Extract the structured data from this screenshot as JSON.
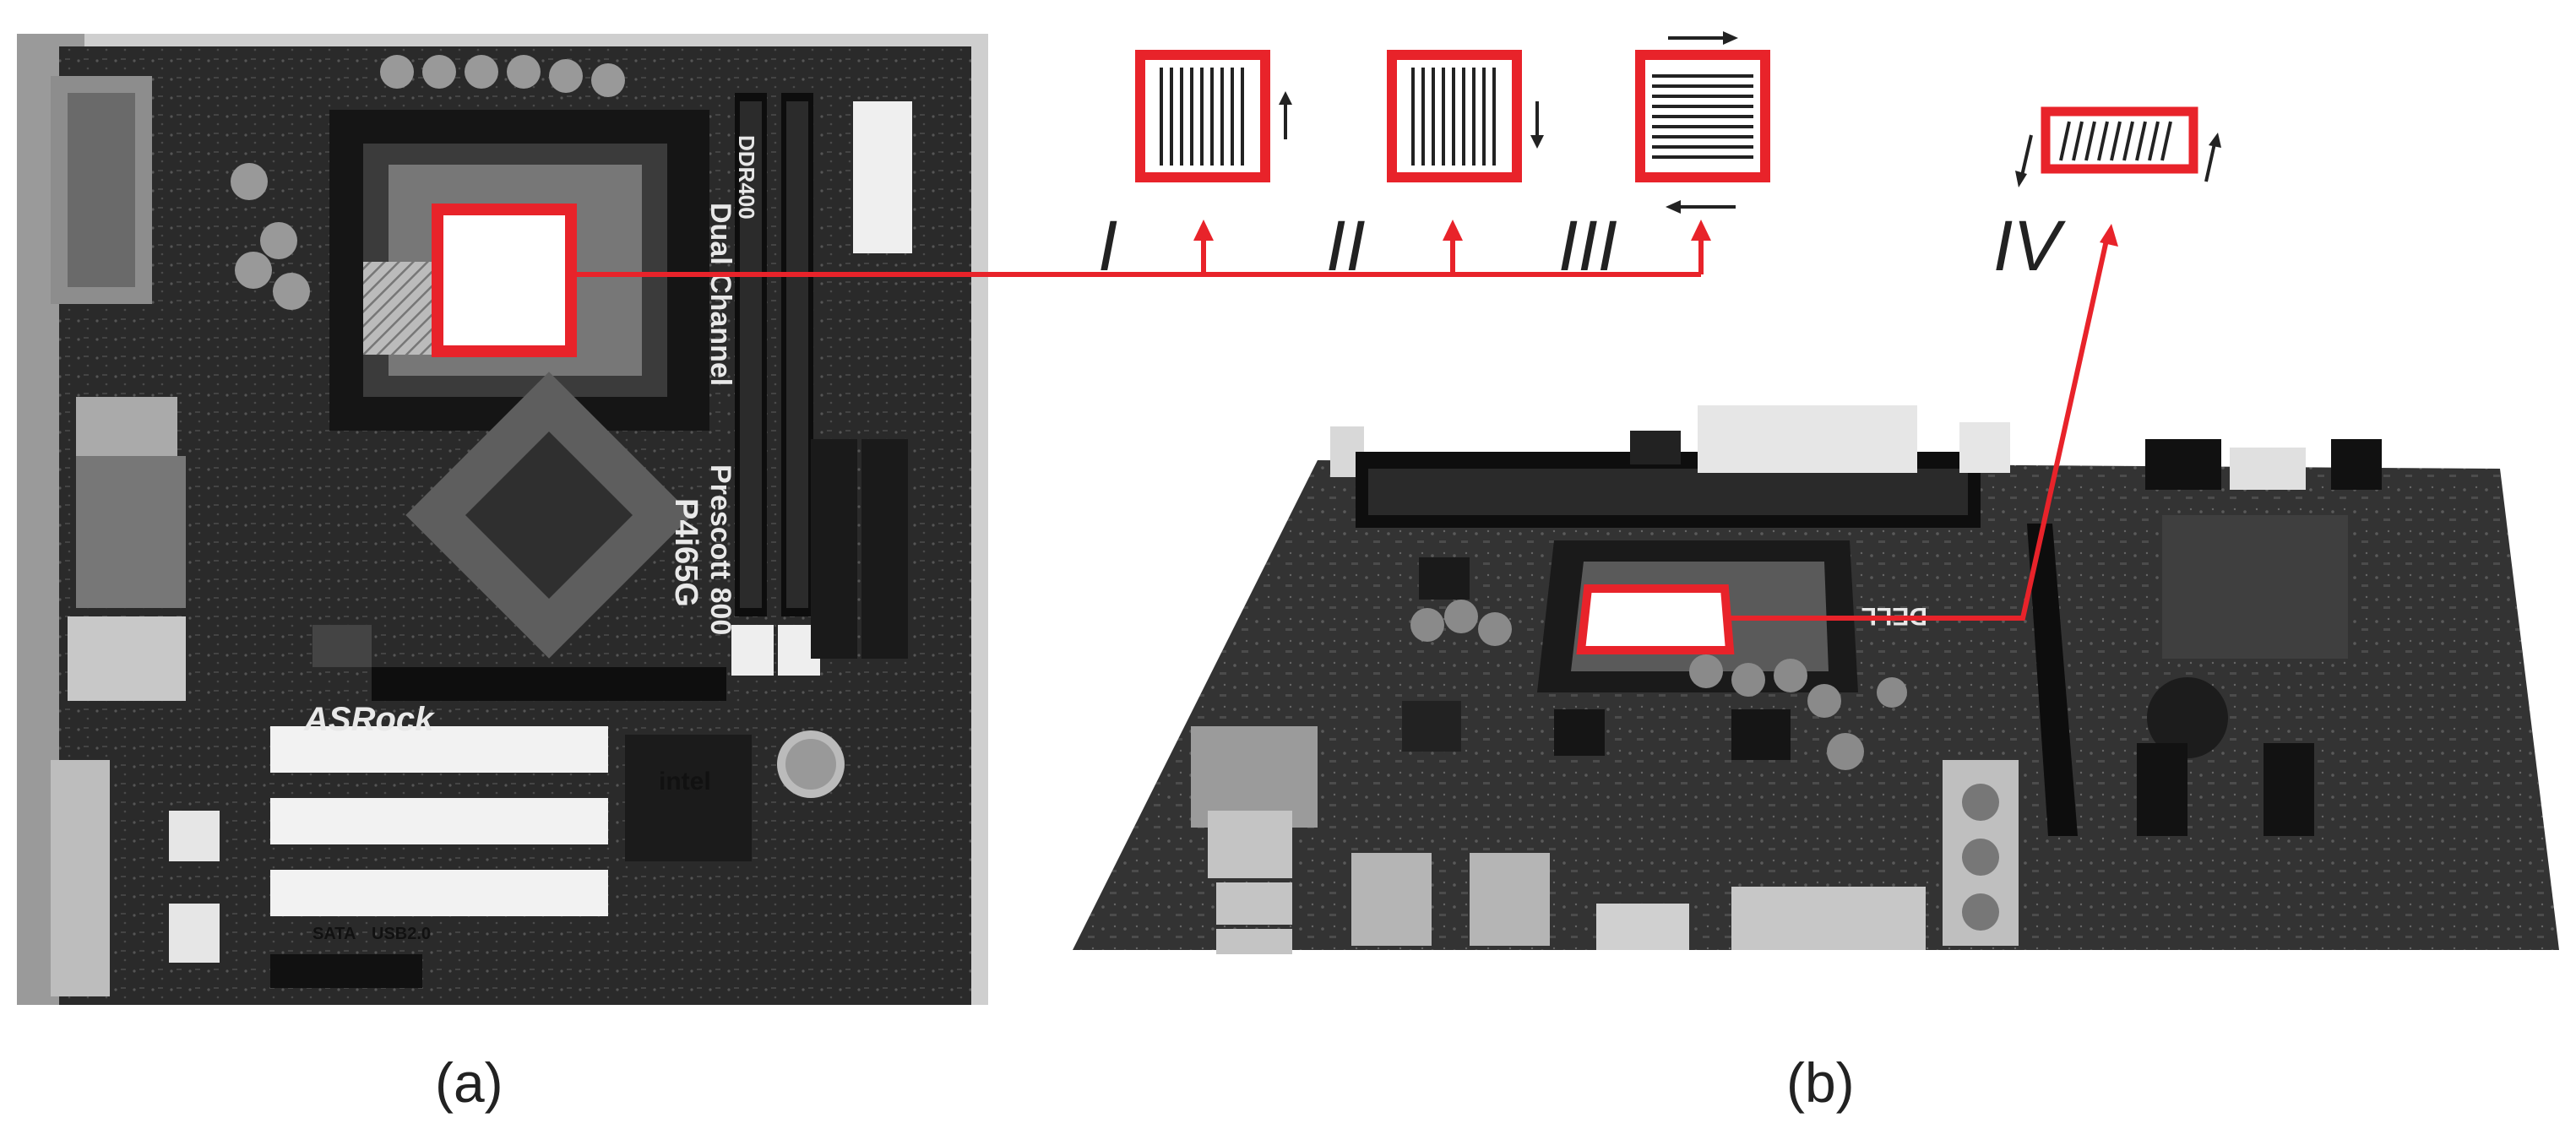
{
  "panels": {
    "a": {
      "label": "(a)"
    },
    "b": {
      "label": "(b)"
    }
  },
  "scan_patterns": [
    {
      "id": "I",
      "label": "I",
      "lines": "vertical",
      "arrows": [
        "up"
      ]
    },
    {
      "id": "II",
      "label": "II",
      "lines": "vertical",
      "arrows": [
        "down"
      ]
    },
    {
      "id": "III",
      "label": "III",
      "lines": "horizontal",
      "arrows": [
        "right",
        "left"
      ]
    },
    {
      "id": "IV",
      "label": "IV",
      "lines": "slanted",
      "arrows": [
        "down-left",
        "up-right"
      ]
    }
  ],
  "board_a_text": {
    "ddr": "DDR400",
    "dual_channel": "Dual Channel",
    "prescott": "Prescott 800",
    "model": "P4i65G",
    "brand": "ASRock",
    "chip_brand": "intel",
    "sata": "SATA",
    "usb": "USB2.0"
  },
  "board_b_text": {
    "brand": "DELL"
  },
  "colors": {
    "highlight": "#e8232a",
    "board_dark": "#1e1e1e",
    "board_mid": "#3a3a3a",
    "slot_white": "#f2f2f2",
    "ink": "#222222"
  }
}
